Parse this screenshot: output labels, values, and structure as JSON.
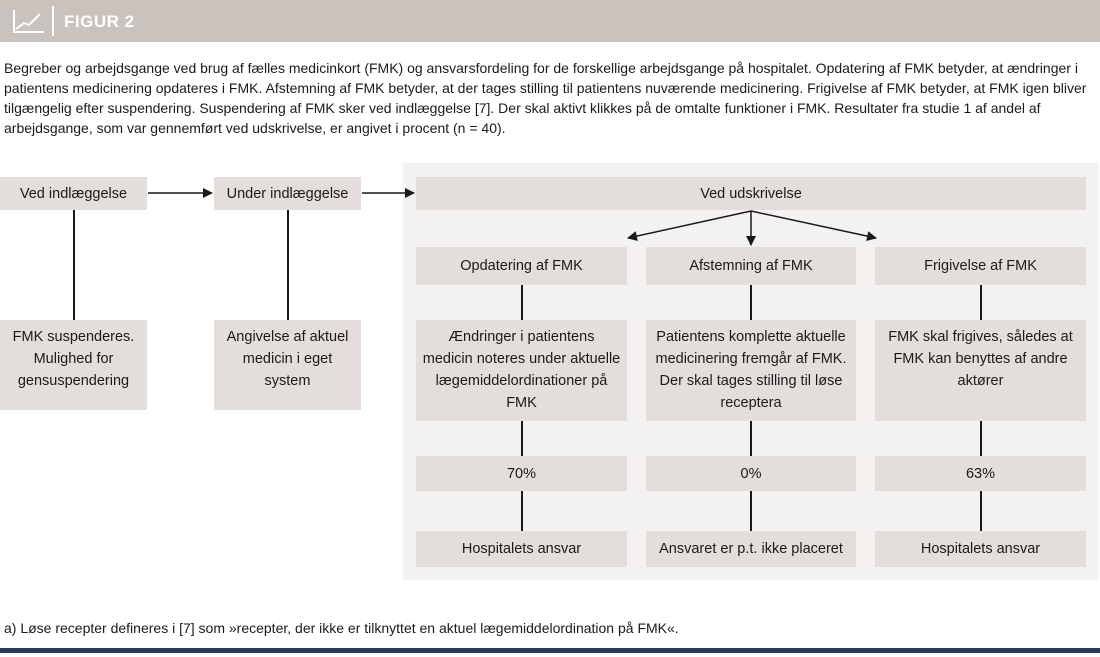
{
  "header": {
    "title": "FIGUR 2",
    "icon": "line-chart-icon"
  },
  "caption": "Begreber og arbejdsgange ved brug af fælles medicinkort (FMK) og ansvarsfordeling for de forskellige arbejdsgange på hospitalet. Opdatering af FMK betyder, at ændringer i patientens medicinering opdateres i FMK. Afstemning af FMK betyder, at der tages stilling til patientens nuværende medicinering. Frigivelse af FMK betyder, at FMK igen bliver tilgængelig efter suspendering. Suspendering af FMK sker ved indlæggelse [7]. Der skal aktivt klikkes på de omtalte funktioner i FMK. Resultater fra studie 1 af andel af arbejdsgange, som var gennemført ved udskrivelse, er angivet i procent (n = 40).",
  "flow": {
    "admission": {
      "label": "Ved indlæggelse",
      "detail": "FMK suspenderes. Mulighed for gensuspendering"
    },
    "during": {
      "label": "Under indlæggelse",
      "detail": "Angivelse af aktuel medicin i eget system"
    },
    "discharge": {
      "label": "Ved udskrivelse",
      "columns": [
        {
          "label": "Opdatering af FMK",
          "detail": "Ændringer i patientens medicin noteres under aktuelle lægemiddelordinationer på FMK",
          "percent": "70%",
          "responsibility": "Hospitalets ansvar"
        },
        {
          "label": "Afstemning af FMK",
          "detail": "Patientens komplette aktuelle medicinering fremgår af FMK. Der skal tages stilling til løse receptera",
          "percent": "0%",
          "responsibility": "Ansvaret er p.t. ikke placeret"
        },
        {
          "label": "Frigivelse af FMK",
          "detail": "FMK skal frigives, således at FMK kan benyttes af andre aktører",
          "percent": "63%",
          "responsibility": "Hospitalets ansvar"
        }
      ]
    }
  },
  "footnote": "a) Løse recepter defineres i [7] som »recepter, der ikke er tilknyttet en aktuel lægemiddelordination på FMK«.",
  "colors": {
    "header": "#c9c2bd",
    "box": "#e3dedb",
    "panel": "#f4f2f1",
    "rule": "#2a3a5c"
  }
}
